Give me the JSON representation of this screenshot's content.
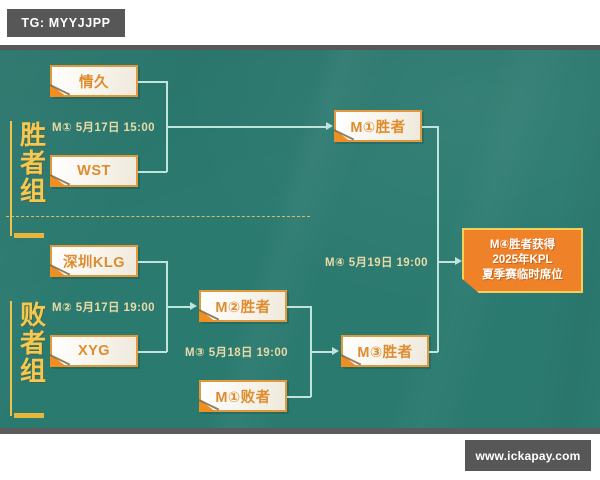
{
  "watermarks": {
    "top_tag": "TG: MYYJJPP",
    "bottom_tag": "www.ickapay.com"
  },
  "colors": {
    "background": "#2b7a70",
    "accent_orange": "#ef8228",
    "accent_gold": "#f5c851",
    "connector": "#bfe4dd",
    "box_fill": "#f7f4ec",
    "watermark_gray": "#575757"
  },
  "brackets": {
    "winners": {
      "label": "胜者组",
      "slots": [
        {
          "id": "w-team-1",
          "text": "情久"
        },
        {
          "id": "w-team-2",
          "text": "WST"
        }
      ],
      "match": {
        "label": "M① 5月17日 15:00"
      },
      "result": {
        "id": "m1-winner",
        "text": "M①胜者"
      }
    },
    "losers": {
      "label": "败者组",
      "slots": [
        {
          "id": "l-team-1",
          "text": "深圳KLG"
        },
        {
          "id": "l-team-2",
          "text": "XYG"
        }
      ],
      "match_m2": {
        "label": "M② 5月17日 19:00"
      },
      "m2_winner": {
        "id": "m2-winner",
        "text": "M②胜者"
      },
      "m1_loser": {
        "id": "m1-loser",
        "text": "M①败者"
      },
      "match_m3": {
        "label": "M③ 5月18日 19:00"
      },
      "m3_winner": {
        "id": "m3-winner",
        "text": "M③胜者"
      }
    },
    "final": {
      "match_m4": {
        "label": "M④ 5月19日 19:00"
      },
      "prize_lines": [
        "M④胜者获得",
        "2025年KPL",
        "夏季赛临时席位"
      ]
    }
  }
}
